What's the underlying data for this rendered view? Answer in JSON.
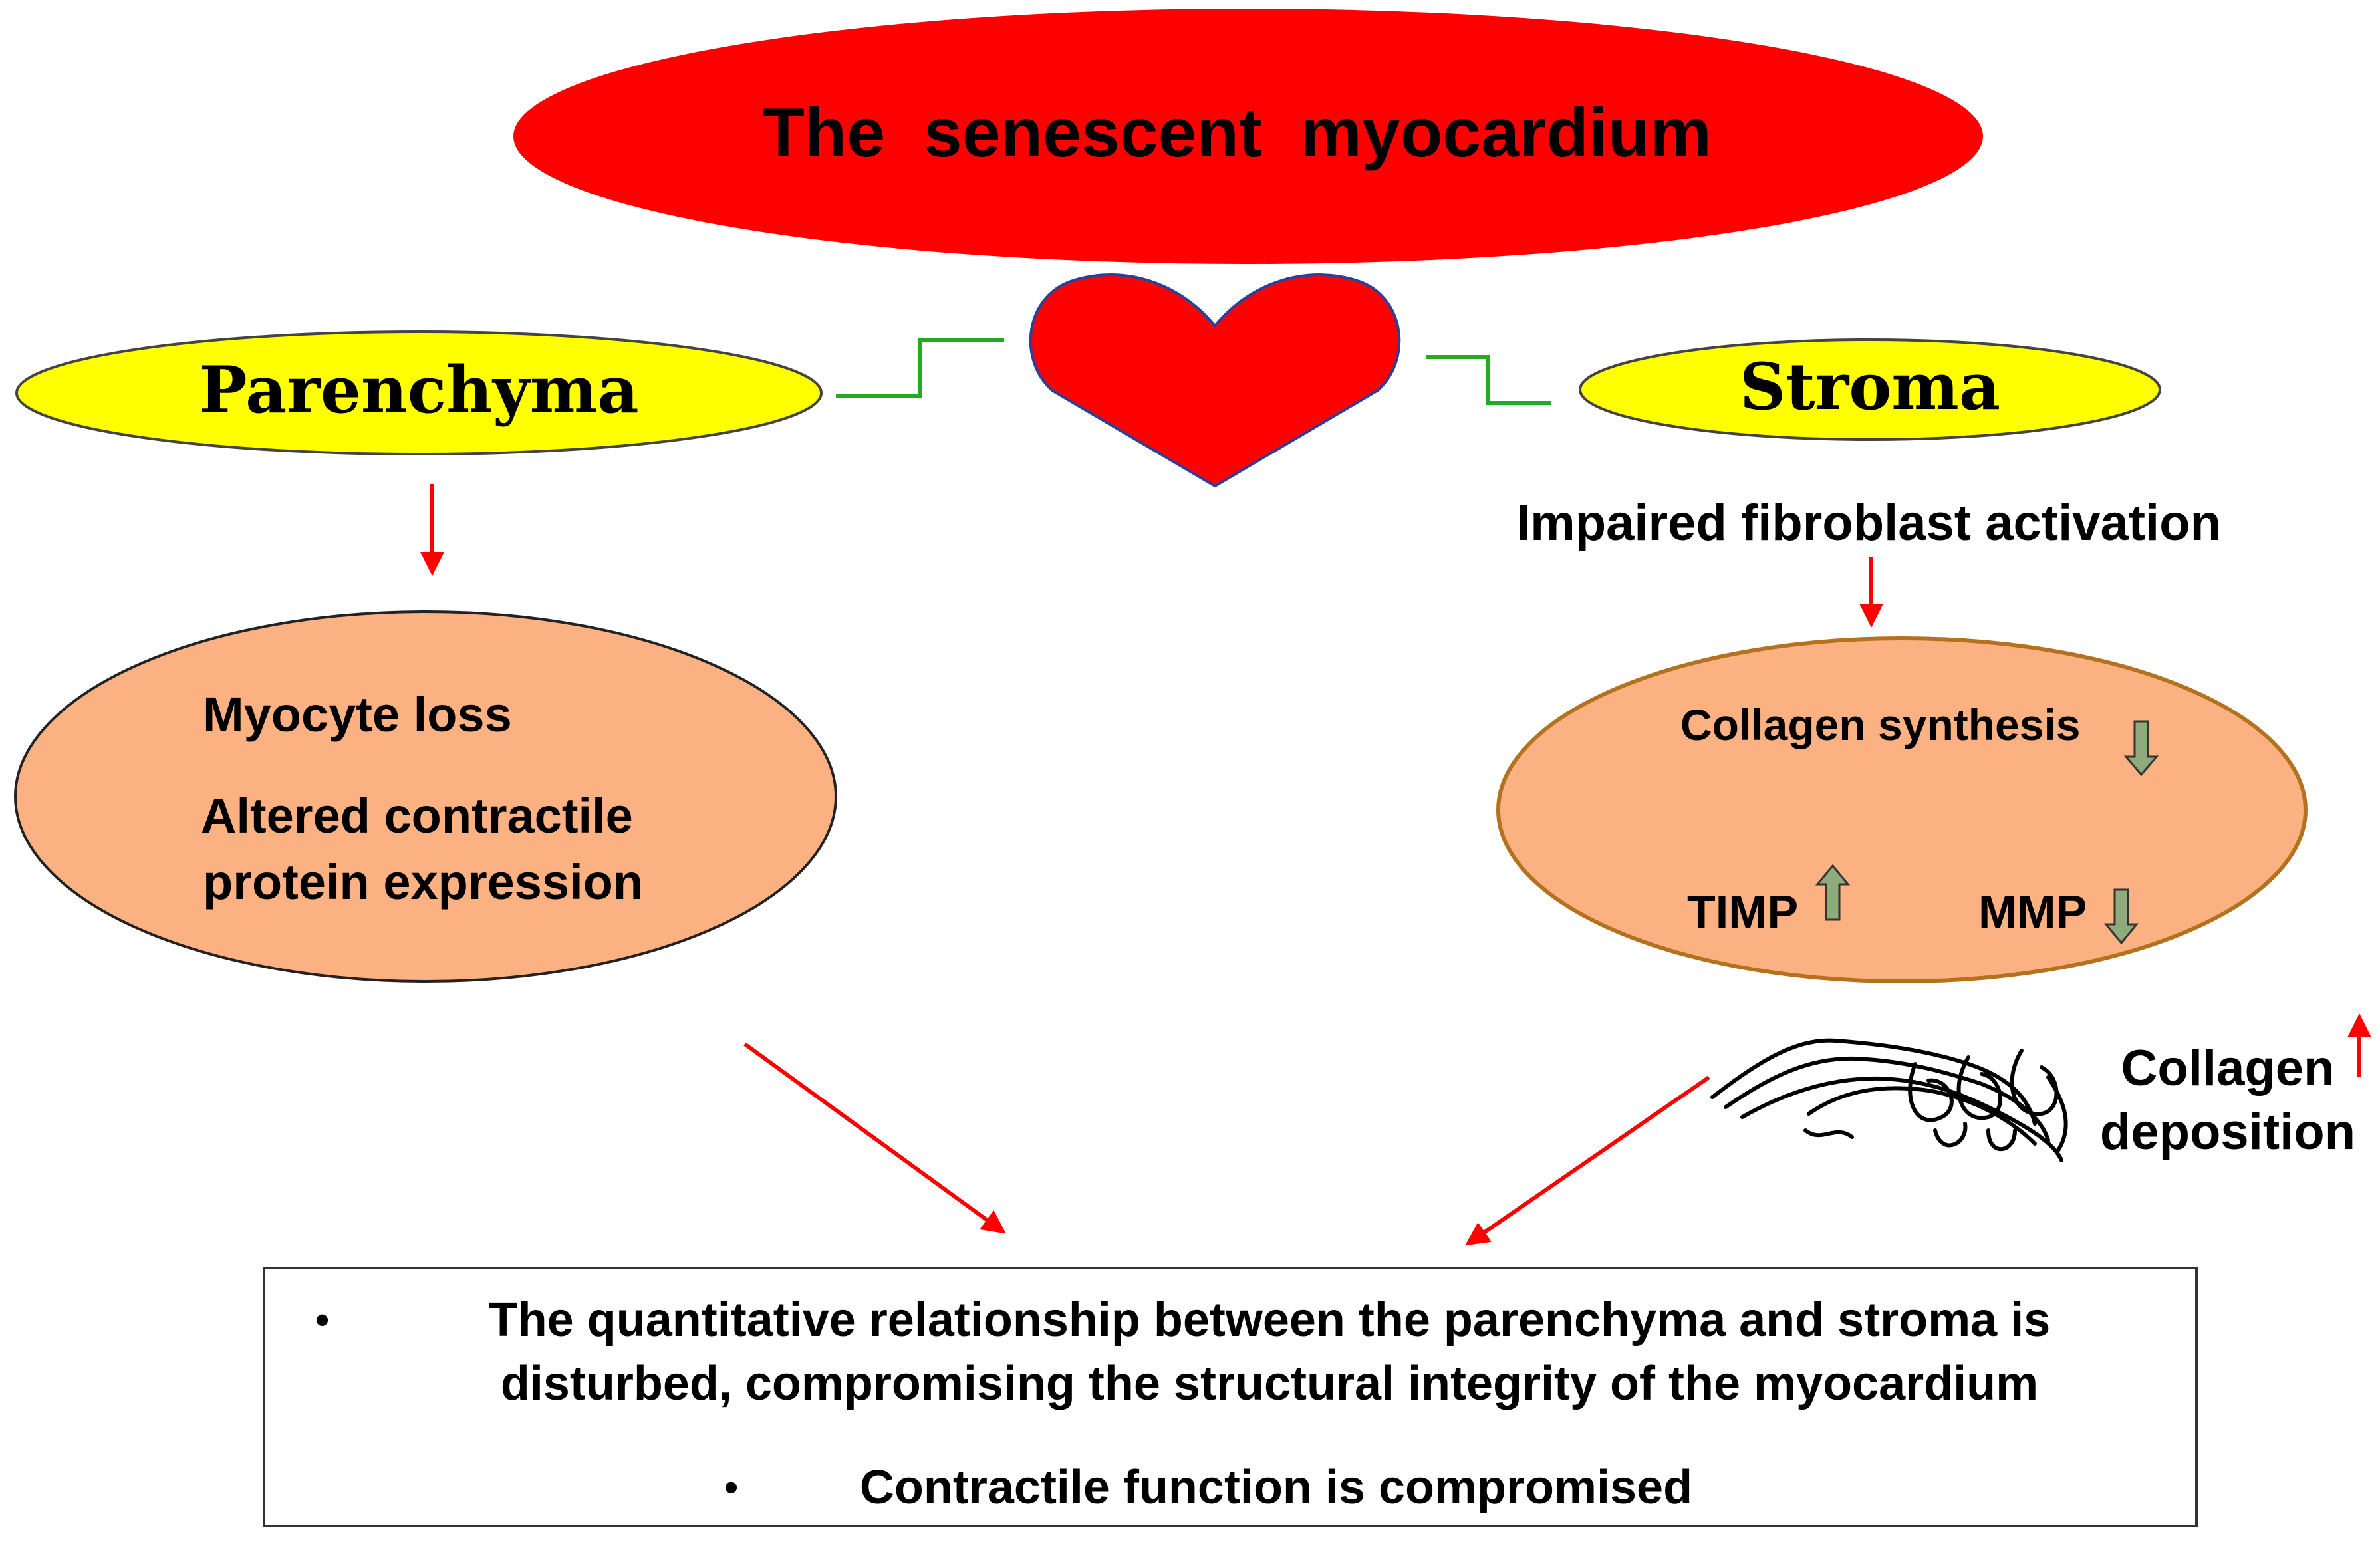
{
  "title": "The  senescent  myocardium",
  "parenchyma": {
    "label": "Parenchyma",
    "effects": [
      "Myocyte loss",
      "Altered contractile",
      "protein expression"
    ]
  },
  "stroma": {
    "label": "Stroma",
    "trigger": "Impaired fibroblast activation",
    "collagen_synthesis": "Collagen synthesis",
    "timp": "TIMP",
    "mmp": "MMP",
    "collagen_deposition_line1": "Collagen",
    "collagen_deposition_line2": "deposition"
  },
  "summary": {
    "bullet_char": "•",
    "bullet1_line1": "The quantitative relationship between the parenchyma and stroma is",
    "bullet1_line2": "disturbed, compromising the structural integrity of the myocardium",
    "bullet2": "Contractile function is compromised"
  },
  "colors": {
    "title_fill": "#ff0000",
    "heart_fill": "#ff0000",
    "label_fill": "#ffff00",
    "effect_fill": "#fbb181",
    "arrow_red": "#ff0000",
    "connector_green": "#22aa22",
    "updown_arrow": "#8faa7b"
  },
  "icons": {
    "heart": "heart-icon",
    "collagen": "collagen-fiber-icon",
    "up_arrow": "up-arrow-icon",
    "down_arrow": "down-arrow-icon"
  }
}
